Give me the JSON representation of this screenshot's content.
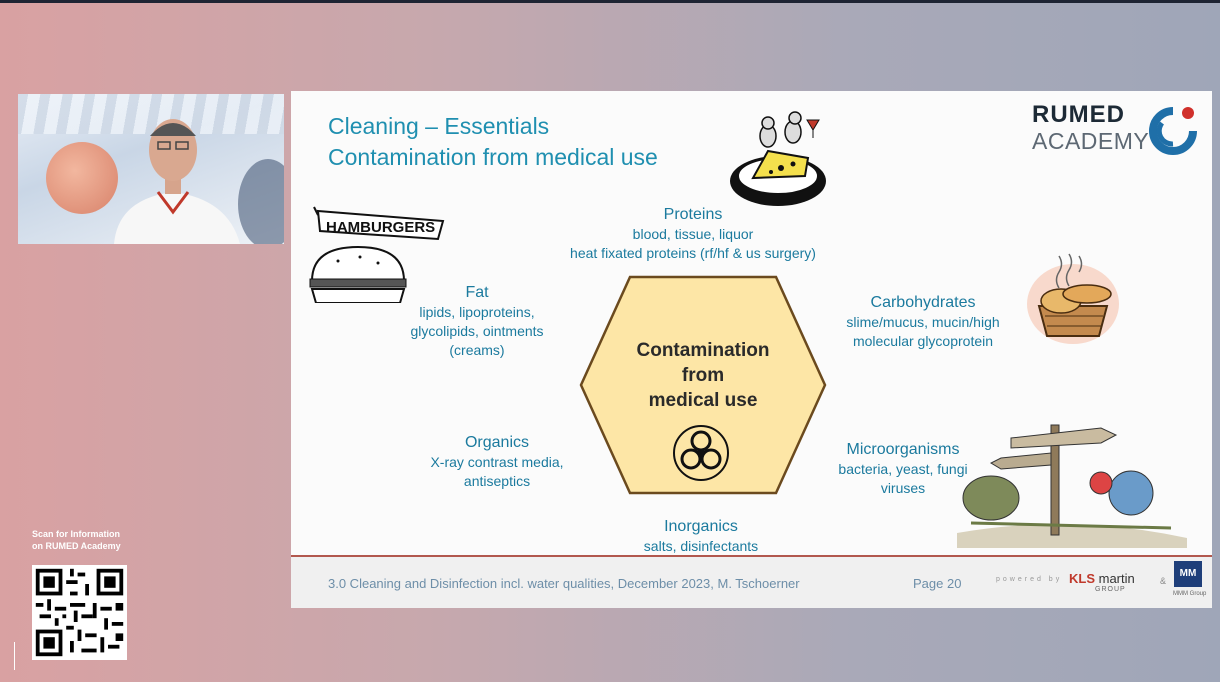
{
  "slide": {
    "title_line1": "Cleaning – Essentials",
    "title_line2": "Contamination from medical use",
    "logo_top": "RUMED",
    "logo_bottom": "ACADEMY",
    "hamburger_sign": "HAMBURGERS",
    "center_text": [
      "Contamination",
      "from",
      "medical use"
    ],
    "categories": {
      "proteins": {
        "head": "Proteins",
        "lines": [
          "blood, tissue, liquor",
          "heat fixated proteins (rf/hf & us surgery)"
        ]
      },
      "fat": {
        "head": "Fat",
        "lines": [
          "lipids, lipoproteins,",
          "glycolipids, ointments",
          "(creams)"
        ]
      },
      "carbohydrates": {
        "head": "Carbohydrates",
        "lines": [
          "slime/mucus, mucin/high",
          "molecular glycoprotein"
        ]
      },
      "organics": {
        "head": "Organics",
        "lines": [
          "X-ray contrast media,",
          "antiseptics"
        ]
      },
      "microorganisms": {
        "head": "Microorganisms",
        "lines": [
          "bacteria, yeast, fungi",
          "viruses"
        ]
      },
      "inorganics": {
        "head": "Inorganics",
        "lines": [
          "salts, disinfectants"
        ]
      }
    },
    "footer": {
      "text": "3.0 Cleaning and Disinfection incl. water qualities, December 2023, M. Tschoerner",
      "page": "Page 20",
      "powered_by": "powered by",
      "kls": "KLS",
      "martin": "martin",
      "group": "GROUP",
      "amp": "&",
      "mmm": "MM",
      "mmm_group": "MMM Group"
    }
  },
  "qr": {
    "label_line1": "Scan for Information",
    "label_line2": "on RUMED Academy"
  },
  "colors": {
    "title": "#1f8fb0",
    "category_text": "#1b7a9e",
    "hexagon_fill": "#fde6a6",
    "hexagon_stroke": "#6b4a1e"
  }
}
